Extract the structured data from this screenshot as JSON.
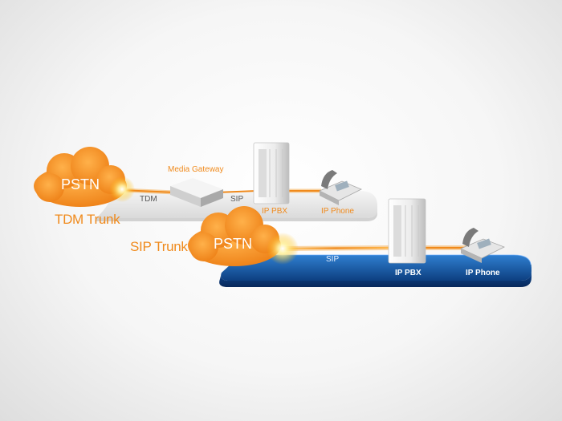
{
  "top_diagram": {
    "cloud_label": "PSTN",
    "trunk_label": "TDM Trunk",
    "gateway_label": "Media Gateway",
    "link1_label": "TDM",
    "link2_label": "SIP",
    "pbx_label": "IP PBX",
    "phone_label": "IP Phone"
  },
  "bottom_diagram": {
    "cloud_label": "PSTN",
    "trunk_label": "SIP Trunk",
    "link_label": "SIP",
    "pbx_label": "IP PBX",
    "phone_label": "IP Phone"
  },
  "colors": {
    "accent": "#f08a1c",
    "cloud": "#f59a32",
    "platform_blue": "#1a5fa8",
    "platform_light": "#e8e8e8"
  }
}
